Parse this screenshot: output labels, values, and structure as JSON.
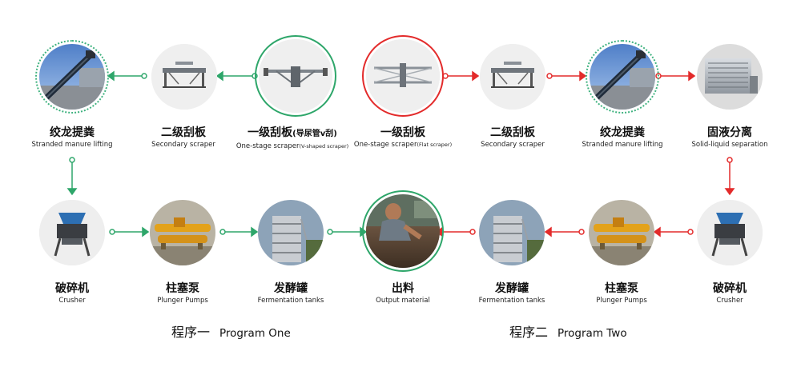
{
  "program_one": {
    "cn": "程序一",
    "en": "Program One"
  },
  "program_two": {
    "cn": "程序二",
    "en": "Program Two"
  },
  "colors": {
    "green": "#2ea66a",
    "red": "#e32b2b",
    "ring_dotted": "#3fb27f",
    "circle_bg": "#eeeeee"
  },
  "nodes": {
    "p1_lifting": {
      "cn": "绞龙提粪",
      "en": "Stranded manure lifting",
      "icon": "auger-lifter-photo"
    },
    "p1_secondary": {
      "cn": "二级刮板",
      "en": "Secondary scraper",
      "icon": "scraper-photo"
    },
    "p1_one_stage": {
      "cn": "一级刮板",
      "cn_extra": "(导尿管v刮)",
      "en": "One-stage scraper",
      "en_extra": "(V-shaped scraper)",
      "icon": "v-scraper-photo"
    },
    "p2_one_stage": {
      "cn": "一级刮板",
      "en": "One-stage scraper",
      "en_extra": "(Flat scraper)",
      "icon": "flat-scraper-photo"
    },
    "p2_secondary": {
      "cn": "二级刮板",
      "en": "Secondary scraper",
      "icon": "scraper-photo"
    },
    "p2_lifting": {
      "cn": "绞龙提粪",
      "en": "Stranded manure lifting",
      "icon": "auger-lifter-photo"
    },
    "p2_separation": {
      "cn": "固液分离",
      "en": "Solid-liquid separation",
      "icon": "separator-photo"
    },
    "p1_crusher": {
      "cn": "破碎机",
      "en": "Crusher",
      "icon": "crusher-photo"
    },
    "p1_plunger": {
      "cn": "柱塞泵",
      "en": "Plunger Pumps",
      "icon": "plunger-pump-photo"
    },
    "p1_fermentation": {
      "cn": "发酵罐",
      "en": "Fermentation tanks",
      "icon": "fermentation-tank-photo"
    },
    "output": {
      "cn": "出料",
      "en": "Output material",
      "icon": "output-material-photo"
    },
    "p2_fermentation": {
      "cn": "发酵罐",
      "en": "Fermentation tanks",
      "icon": "fermentation-tank-photo"
    },
    "p2_plunger": {
      "cn": "柱塞泵",
      "en": "Plunger Pumps",
      "icon": "plunger-pump-photo"
    },
    "p2_crusher": {
      "cn": "破碎机",
      "en": "Crusher",
      "icon": "crusher-photo"
    }
  }
}
